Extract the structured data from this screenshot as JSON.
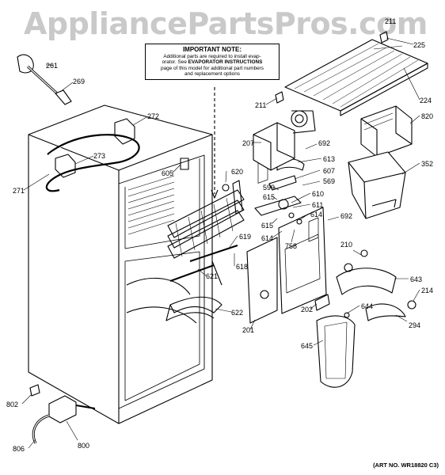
{
  "watermark": "AppliancePartsPros.com",
  "note": {
    "heading": "IMPORTANT NOTE:",
    "line1": "Additional parts are required to install evap-",
    "line2a": "orator. See ",
    "line2b": "EVAPORATOR INSTRUCTIONS",
    "line3": "page of this model for additional part numbers",
    "line4": "and replacement options"
  },
  "art_number": "(ART NO. WR18820 C3)",
  "part_labels": [
    "211",
    "225",
    "261",
    "269",
    "272",
    "273",
    "271",
    "605",
    "620",
    "224",
    "211",
    "207",
    "692",
    "613",
    "607",
    "599",
    "569",
    "615",
    "610",
    "611",
    "614",
    "615",
    "692",
    "614",
    "758",
    "619",
    "618",
    "621",
    "622",
    "201",
    "202",
    "210",
    "643",
    "214",
    "644",
    "294",
    "645",
    "820",
    "352",
    "802",
    "800",
    "806"
  ]
}
